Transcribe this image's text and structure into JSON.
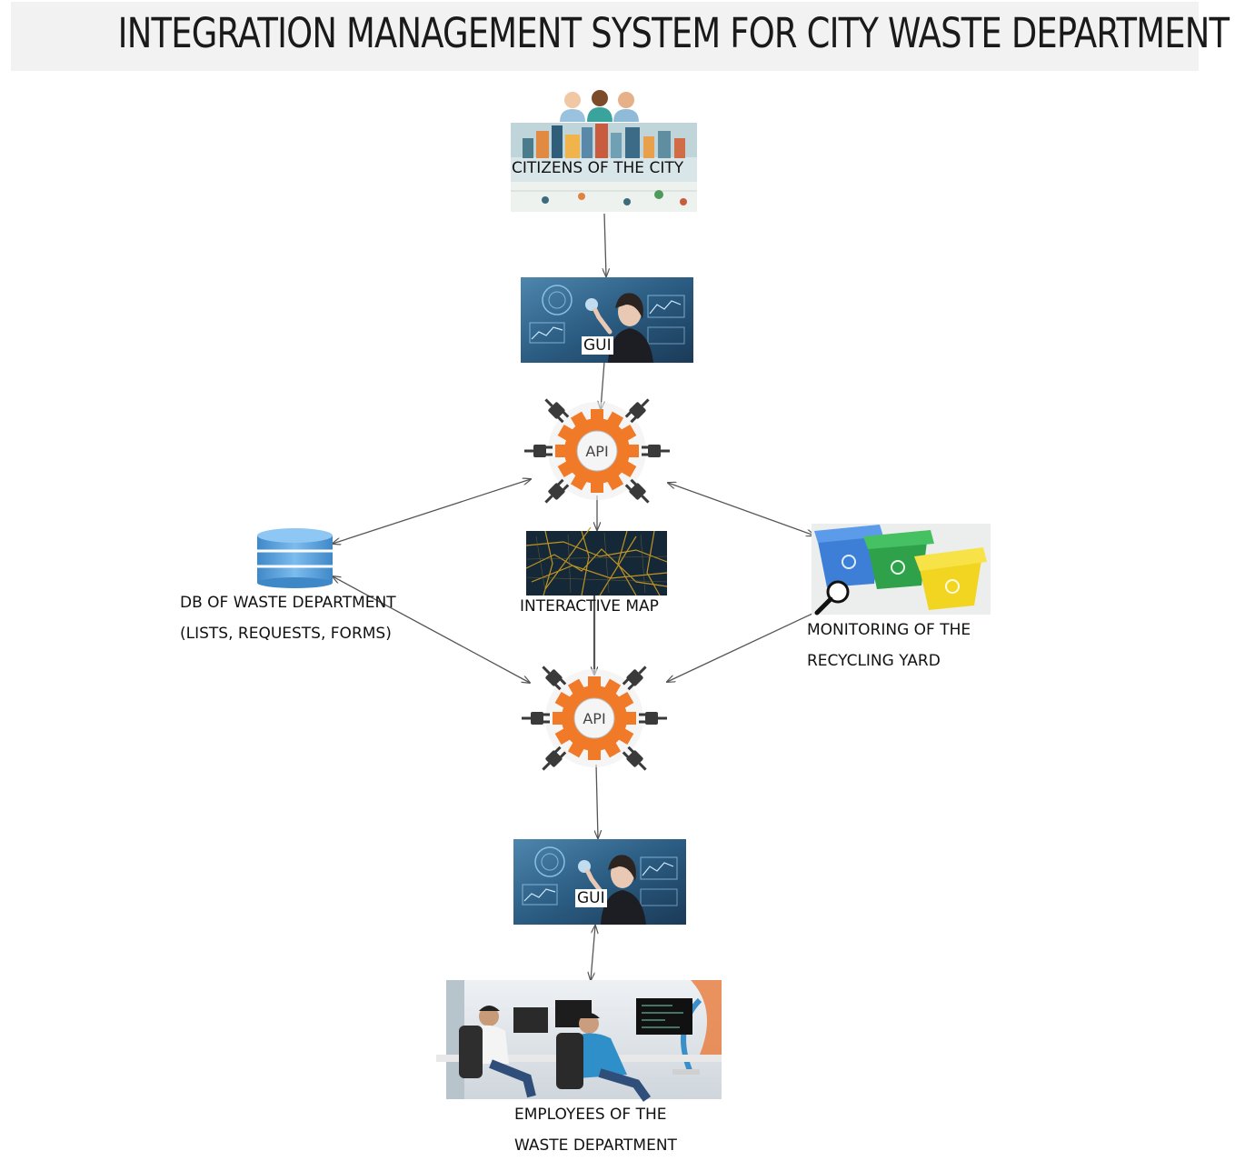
{
  "title": "INTEGRATION MANAGEMENT SYSTEM FOR CITY WASTE DEPARTMENT",
  "nodes": {
    "citizens": {
      "label": "CITIZENS OF THE CITY",
      "icon": "citizens-city-illustration"
    },
    "gui_top": {
      "label": "GUI",
      "icon": "touchscreen-photo"
    },
    "api_top": {
      "label": "API",
      "icon": "api-gear-icon"
    },
    "db": {
      "label_line1": "DB OF WASTE DEPARTMENT",
      "label_line2": "(LISTS, REQUESTS, FORMS)",
      "icon": "database-icon"
    },
    "map": {
      "label": "INTERACTIVE MAP",
      "icon": "city-map-image"
    },
    "recycling": {
      "label_line1": "MONITORING OF THE",
      "label_line2": "RECYCLING YARD",
      "icon": "recycling-bins-image"
    },
    "api_bottom": {
      "label": "API",
      "icon": "api-gear-icon"
    },
    "gui_bottom": {
      "label": "GUI",
      "icon": "touchscreen-photo"
    },
    "employees": {
      "label_line1": "EMPLOYEES OF THE",
      "label_line2": "WASTE DEPARTMENT",
      "icon": "office-workers-photo"
    }
  },
  "colors": {
    "gear": "#f07a28",
    "plug": "#3a3a3a",
    "db": "#5ba3dd",
    "gui_bg": "#2d5f86",
    "map_bg": "#152838",
    "map_roads": "#c99a22",
    "bin_blue": "#3d7fd6",
    "bin_green": "#2fa14a",
    "bin_yellow": "#f1d520",
    "arrow": "#555555"
  }
}
